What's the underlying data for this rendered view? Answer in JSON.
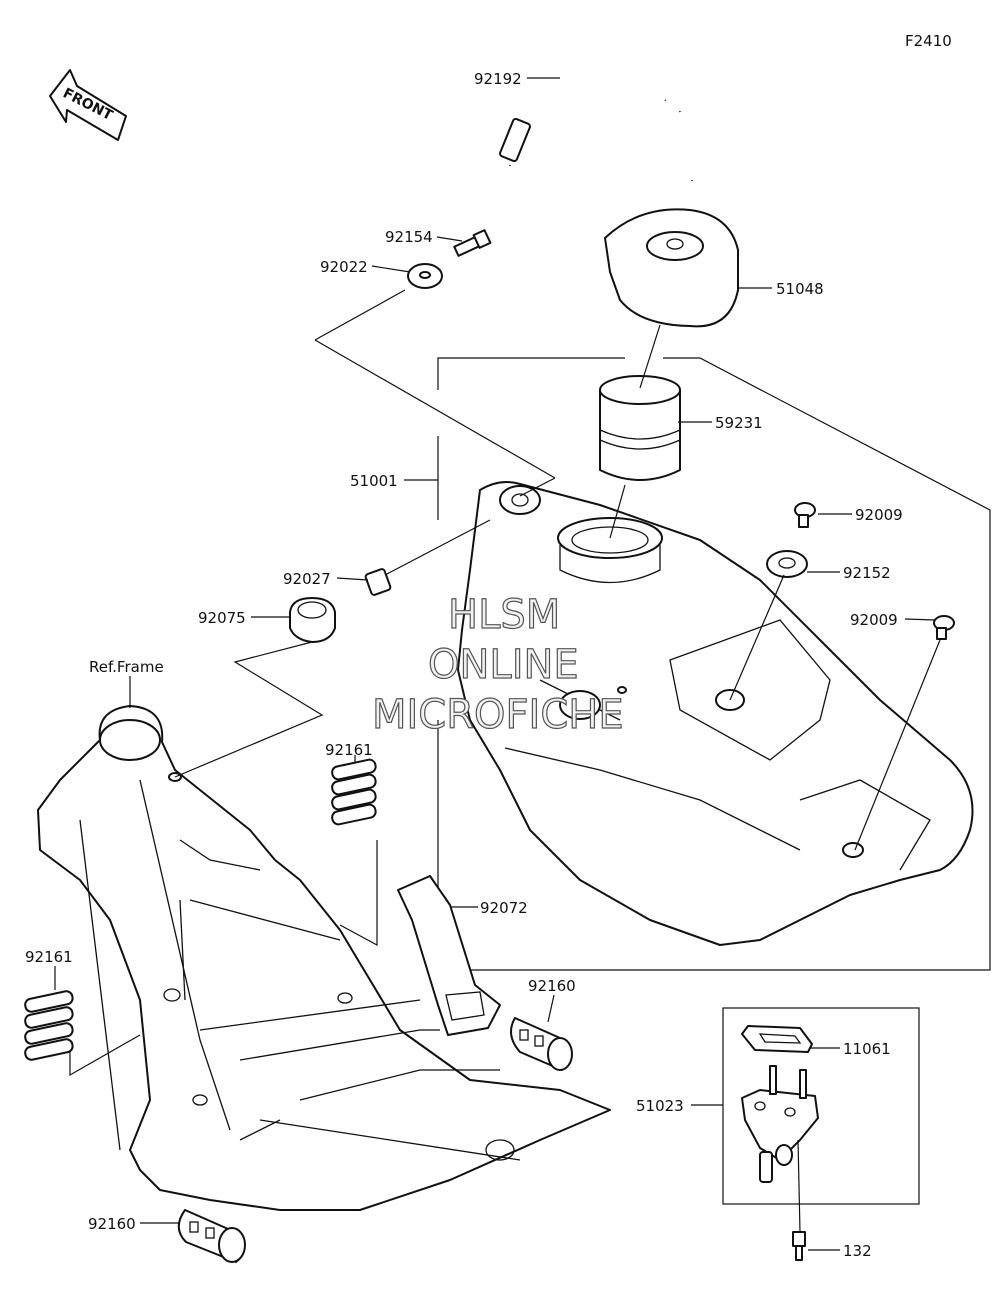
{
  "figure_code": "F2410",
  "front_label": "FRONT",
  "ref_frame_label": "Ref.Frame",
  "watermark": {
    "line1": "HLSM",
    "line2": "ONLINE",
    "line3": "MICROFICHE"
  },
  "parts": {
    "p92192": "92192",
    "p92154": "92154",
    "p92022": "92022",
    "p51048": "51048",
    "p59231": "59231",
    "p51001": "51001",
    "p92009a": "92009",
    "p92152": "92152",
    "p92009b": "92009",
    "p92027": "92027",
    "p92075": "92075",
    "p92161a": "92161",
    "p92161b": "92161",
    "p92072": "92072",
    "p92160a": "92160",
    "p92160b": "92160",
    "p11061": "11061",
    "p51023": "51023",
    "p132": "132"
  }
}
